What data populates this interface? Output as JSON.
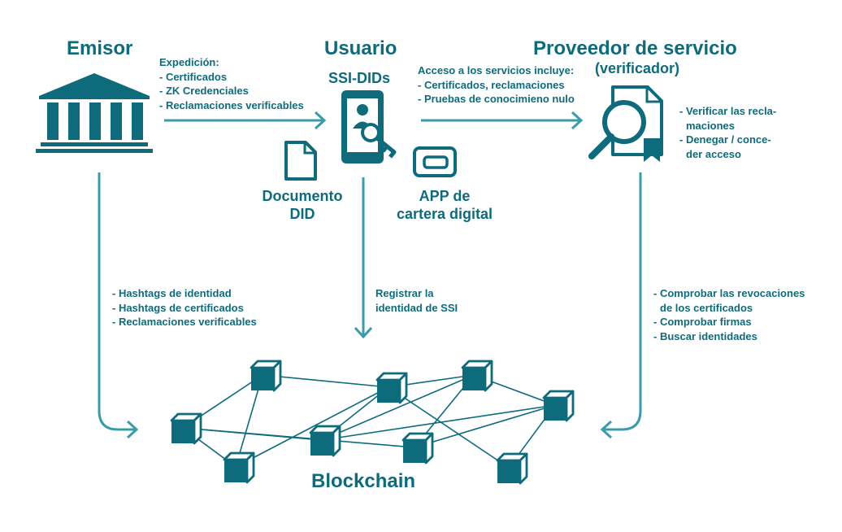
{
  "colors": {
    "teal": "#0e6b7c",
    "arrow": "#3a9bab",
    "line": "#0e6b7c"
  },
  "issuer": {
    "title": "Emisor",
    "issuance_heading": "Expedición:",
    "issuance_items": [
      "-  Certificados",
      "- ZK Credenciales",
      "- Reclamaciones verificables"
    ],
    "chain_items": [
      "- Hashtags de identidad",
      "- Hashtags de certificados",
      "- Reclamaciones verificables"
    ],
    "icon": "bank-building-icon"
  },
  "user": {
    "title": "Usuario",
    "subtitle": "SSI-DIDs",
    "doc_label": [
      "Documento",
      "DID"
    ],
    "wallet_label": [
      "APP de",
      "cartera digital"
    ],
    "register_label": [
      "Registrar la",
      "identidad de SSI"
    ],
    "icons": [
      "smartphone-key-icon",
      "document-icon",
      "wallet-icon"
    ]
  },
  "access": {
    "heading": "Acceso a los servicios incluye:",
    "items": [
      "- Certificados, reclamaciones",
      "- Pruebas de conocimieno nulo"
    ]
  },
  "provider": {
    "title": "Proveedor de servicio",
    "subtitle": "(verificador)",
    "actions": [
      "- Verificar las recla-",
      "  maciones",
      "- Denegar / conce-",
      "  der acceso"
    ],
    "chain_items": [
      "- Comprobar las revocaciones",
      "  de los certificados",
      "- Comprobar firmas",
      "- Buscar identidades"
    ],
    "icon": "magnifier-document-icon"
  },
  "blockchain": {
    "label": "Blockchain",
    "icon": "cube-node-icon"
  }
}
